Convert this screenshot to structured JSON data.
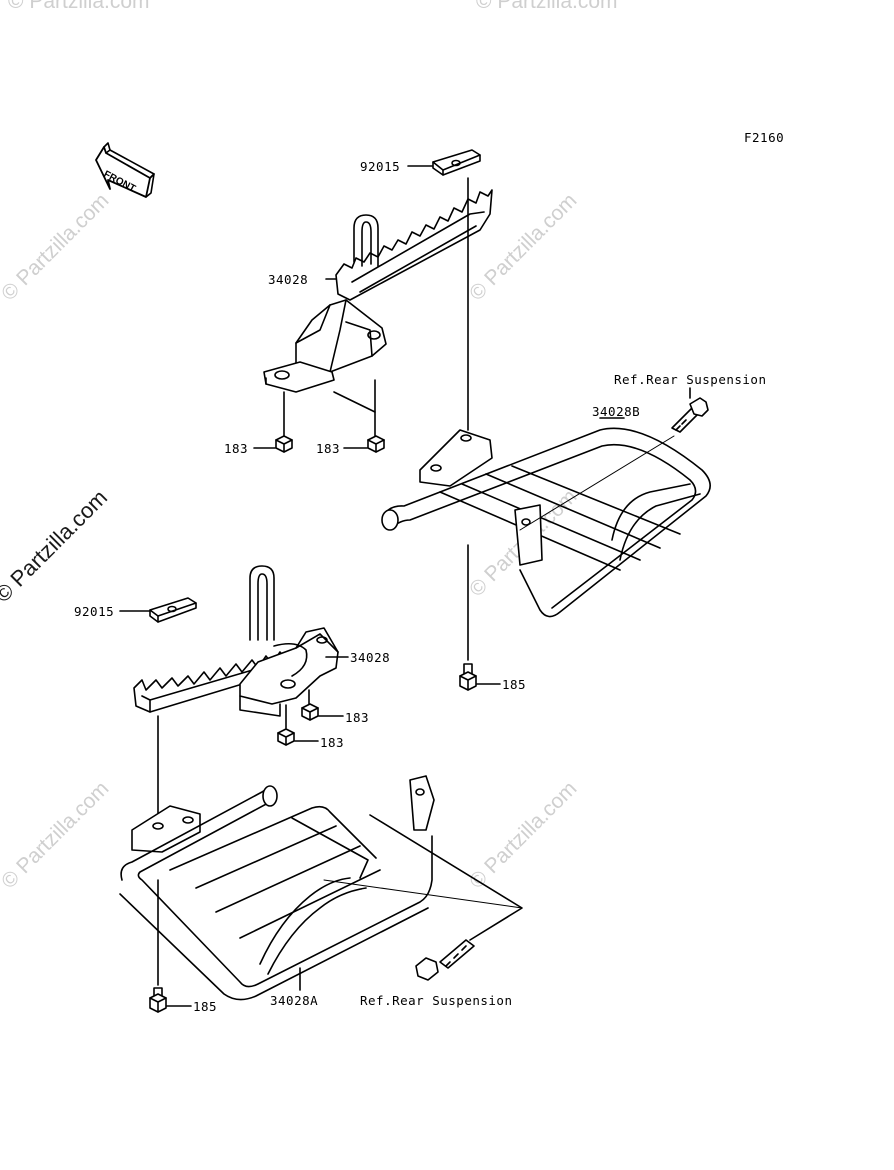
{
  "figure_code": "F2160",
  "front_label": "FRONT",
  "watermark": "Partzilla.com",
  "watermark_main": "© Partzilla.com",
  "callouts": {
    "footpeg_right_cover": "92015",
    "footpeg_right": "34028",
    "nut_right_a": "183",
    "nut_right_b": "183",
    "ref_rear_suspension_top": "Ref.Rear Suspension",
    "guard_right": "34028B",
    "bolt_right": "185",
    "footpeg_left_cover": "92015",
    "footpeg_left": "34028",
    "nut_left_a": "183",
    "nut_left_b": "183",
    "guard_left": "34028A",
    "ref_rear_suspension_bottom": "Ref.Rear Suspension",
    "bolt_left": "185"
  },
  "colors": {
    "ink": "#000000",
    "watermark": "#cfcfcf"
  }
}
